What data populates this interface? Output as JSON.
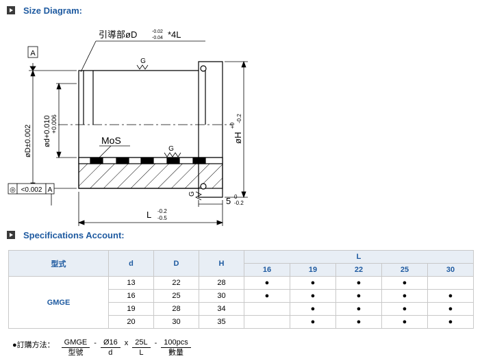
{
  "sections": {
    "size_diagram": "Size Diagram:",
    "specifications": "Specifications Account:"
  },
  "diagram": {
    "datum_label": "A",
    "guide_prefix": "引導部øD",
    "guide_tol_upper": "-0.02",
    "guide_tol_lower": "-0.04",
    "guide_suffix": "*4L",
    "g_mark": "G",
    "mos_label": "MoS",
    "d_outer_label": "øD±0.002",
    "d_inner_label": "ød+0.010",
    "d_inner_lower": "+0.006",
    "h_label": "øH",
    "h_tol_upper": "+0",
    "h_tol_lower": "-0.2",
    "five_label": "5",
    "five_tol_upper": "0",
    "five_tol_lower": "-0.2",
    "l_label": "L",
    "l_tol_upper": "-0.2",
    "l_tol_lower": "-0.5",
    "concentricity_symbol": "◎",
    "concentricity_value": "<0.002",
    "concentricity_datum": "A"
  },
  "table": {
    "headers": {
      "model": "型式",
      "d": "d",
      "D": "D",
      "H": "H",
      "L": "L"
    },
    "l_values": [
      "16",
      "19",
      "22",
      "25",
      "30"
    ],
    "model": "GMGE",
    "rows": [
      {
        "d": "13",
        "D": "22",
        "H": "28",
        "marks": [
          "●",
          "●",
          "●",
          "●",
          ""
        ]
      },
      {
        "d": "16",
        "D": "25",
        "H": "30",
        "marks": [
          "●",
          "●",
          "●",
          "●",
          "●"
        ]
      },
      {
        "d": "19",
        "D": "28",
        "H": "34",
        "marks": [
          "",
          "●",
          "●",
          "●",
          "●"
        ]
      },
      {
        "d": "20",
        "D": "30",
        "H": "35",
        "marks": [
          "",
          "●",
          "●",
          "●",
          "●"
        ]
      }
    ]
  },
  "order": {
    "label": "●訂購方法：",
    "items": [
      {
        "value": "GMGE",
        "key": "型號"
      },
      {
        "value": "Ø16",
        "key": "d"
      },
      {
        "value": "25L",
        "key": "L"
      },
      {
        "value": "100pcs",
        "key": "數量"
      }
    ],
    "separators": [
      "-",
      "x",
      "-"
    ]
  },
  "colors": {
    "accent": "#1e5aa0",
    "header_bg": "#e8eef5",
    "border": "#c8c8c8"
  }
}
